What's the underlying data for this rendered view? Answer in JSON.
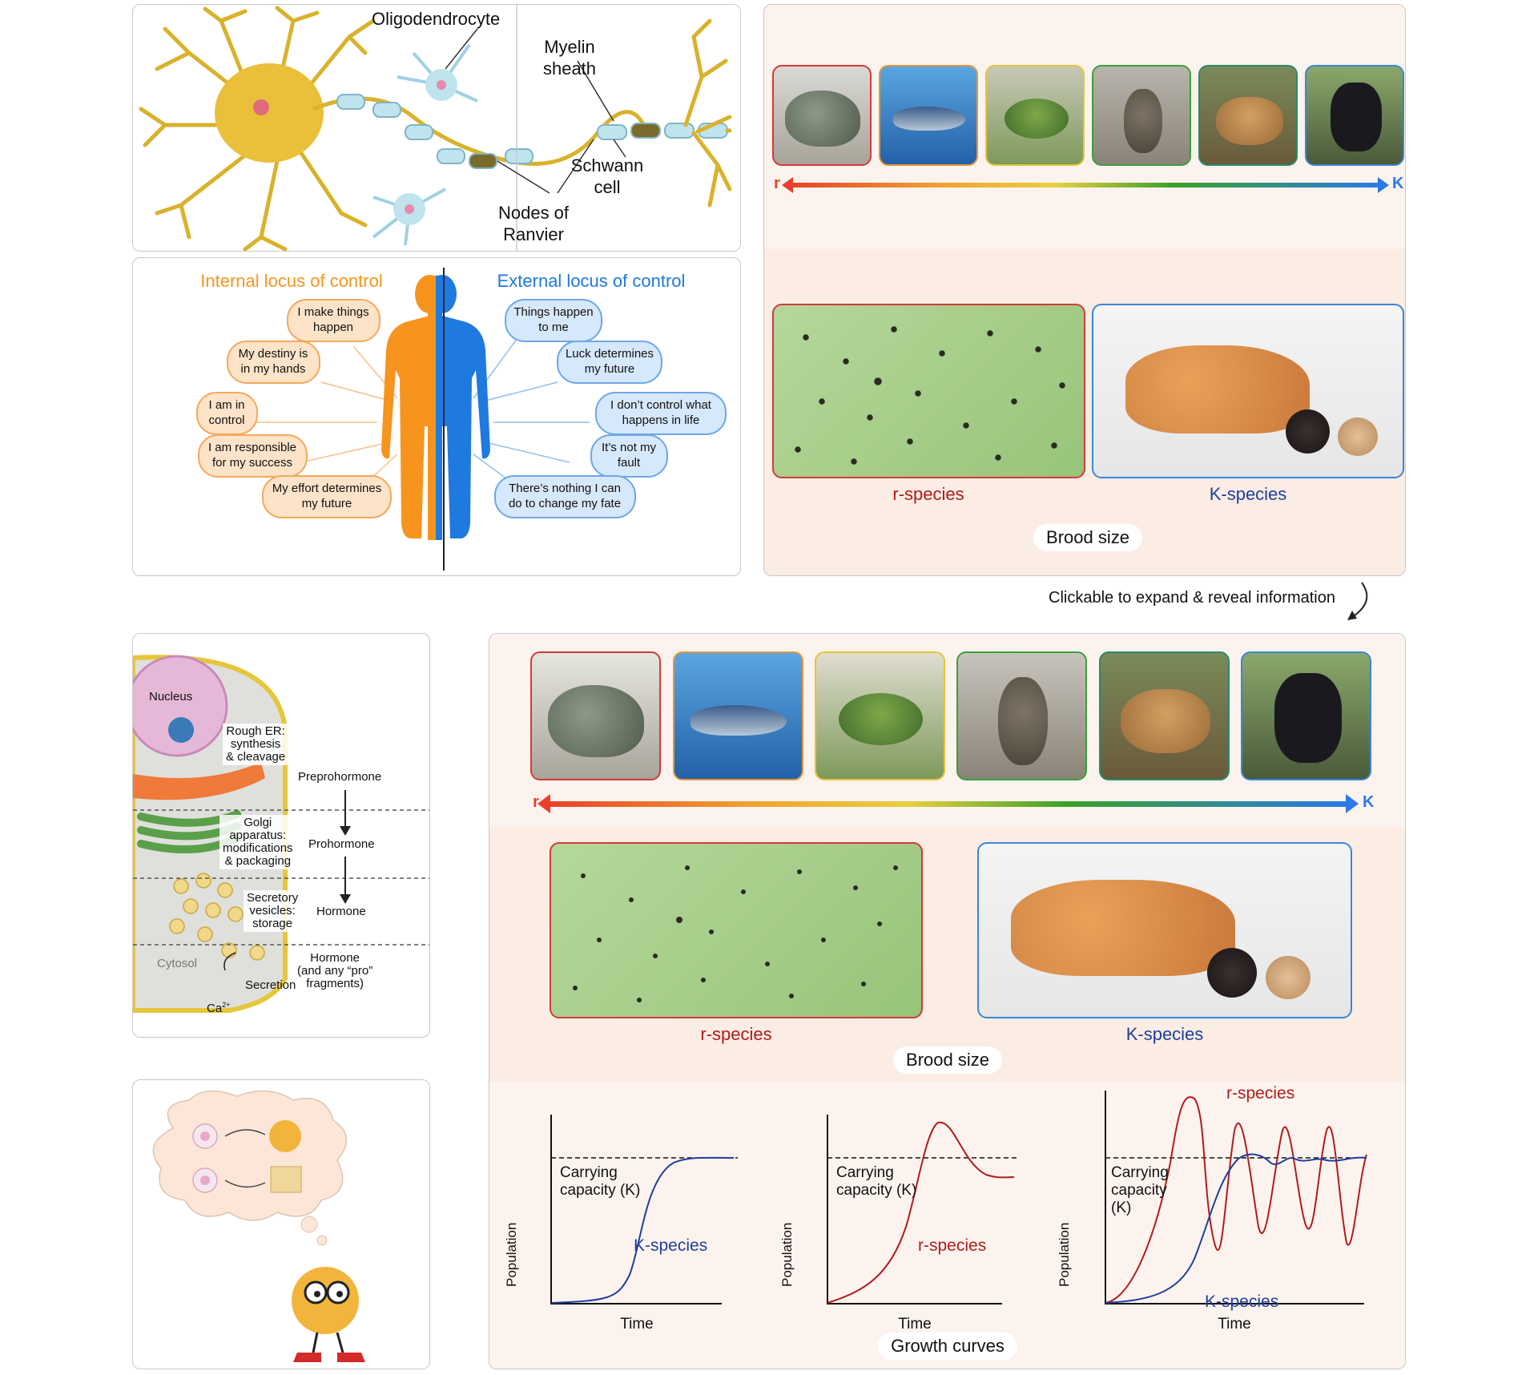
{
  "neuron": {
    "labels": {
      "oligodendrocyte": "Oligodendrocyte",
      "myelin_l1": "Myelin",
      "myelin_l2": "sheath",
      "schwann_l1": "Schwann",
      "schwann_l2": "cell",
      "nodes_l1": "Nodes of",
      "nodes_l2": "Ranvier"
    }
  },
  "locus": {
    "internal_title": "Internal locus of control",
    "external_title": "External locus of control",
    "internal_bubbles": [
      {
        "l1": "I make things",
        "l2": "happen"
      },
      {
        "l1": "My destiny is",
        "l2": "in my hands"
      },
      {
        "l1": "I am in",
        "l2": "control"
      },
      {
        "l1": "I am responsible",
        "l2": "for my success"
      },
      {
        "l1": "My effort determines",
        "l2": "my future"
      }
    ],
    "external_bubbles": [
      {
        "l1": "Things happen",
        "l2": "to me"
      },
      {
        "l1": "Luck determines",
        "l2": "my future"
      },
      {
        "l1": "I don’t control what",
        "l2": "happens in life"
      },
      {
        "l1": "It’s not my",
        "l2": "fault"
      },
      {
        "l1": "There’s nothing I can",
        "l2": "do to change my fate"
      }
    ],
    "colors": {
      "internal": "#f7941d",
      "external": "#1f7ae0"
    }
  },
  "rk_small": {
    "axis_r": "r",
    "axis_k": "K",
    "animals": [
      "oyster-photo",
      "tuna-photo",
      "frog-photo",
      "rabbit-photo",
      "lioness-photo",
      "chimpanzee-photo"
    ],
    "r_label": "r-species",
    "k_label": "K-species",
    "brood_label": "Brood size"
  },
  "annotation": {
    "text": "Clickable to expand & reveal information"
  },
  "hormone": {
    "nucleus": "Nucleus",
    "rough_er_l1": "Rough ER:",
    "rough_er_l2": "synthesis",
    "rough_er_l3": "& cleavage",
    "golgi_l1": "Golgi",
    "golgi_l2": "apparatus:",
    "golgi_l3": "modifications",
    "golgi_l4": "& packaging",
    "vesicles_l1": "Secretory",
    "vesicles_l2": "vesicles:",
    "vesicles_l3": "storage",
    "cytosol": "Cytosol",
    "secretion": "Secretion",
    "ca": "Ca",
    "ca_sup": "2+",
    "preprohormone": "Preprohormone",
    "prohormone": "Prohormone",
    "hormone": "Hormone",
    "hormone2_l1": "Hormone",
    "hormone2_l2": "(and any “pro”",
    "hormone2_l3": "fragments)"
  },
  "rk_large": {
    "axis_r": "r",
    "axis_k": "K",
    "r_label": "r-species",
    "k_label": "K-species",
    "brood_label": "Brood size",
    "growth_label": "Growth curves",
    "graph1": {
      "cap_l1": "Carrying",
      "cap_l2": "capacity (K)",
      "ylabel": "Population",
      "xlabel": "Time",
      "curve": "K-species"
    },
    "graph2": {
      "cap_l1": "Carrying",
      "cap_l2": "capacity (K)",
      "ylabel": "Population",
      "xlabel": "Time",
      "curve": "r-species"
    },
    "graph3": {
      "cap_l1": "Carrying",
      "cap_l2": "capacity",
      "cap_l3": "(K)",
      "ylabel": "Population",
      "xlabel": "Time",
      "curve_r": "r-species",
      "curve_k": "K-species"
    },
    "colors": {
      "r": "#b01c1c",
      "k": "#1f3f9e"
    }
  },
  "colors": {
    "panel_bg": "#fbece4",
    "r_border": "#d43a3a",
    "k_border": "#3a86d8"
  }
}
